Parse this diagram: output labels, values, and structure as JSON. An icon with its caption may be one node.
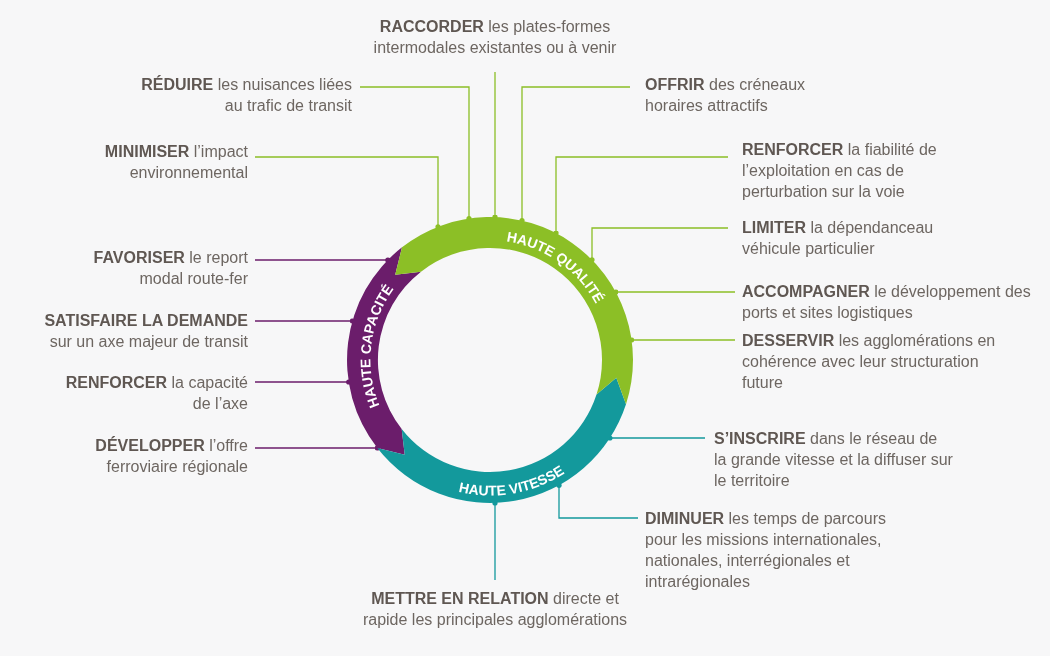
{
  "diagram": {
    "nodes": [
      {
        "text": [
          "HAUTE QUALITÉ"
        ]
      },
      {
        "text": [
          "HAUTE VITESSE"
        ]
      },
      {
        "text": [
          "HAUTE CAPACITÉ"
        ]
      },
      {
        "text": [
          "**RACCORDER** les plates-formes intermodales existantes ou à venir"
        ]
      },
      {
        "text": [
          "**RÉDUIRE** les nuisances liées au trafic de transit"
        ]
      },
      {
        "text": [
          "**OFFRIR** des créneaux horaires attractifs"
        ]
      },
      {
        "text": [
          "**MINIMISER** l’impact environnemental"
        ]
      },
      {
        "text": [
          "**RENFORCER** la fiabilité de l’exploitation en cas de perturbation sur la voie"
        ]
      },
      {
        "text": [
          "**LIMITER** la dépendanceau véhicule particulier"
        ]
      },
      {
        "text": [
          "**ACCOMPAGNER** le développement des ports et sites logistiques"
        ]
      },
      {
        "text": [
          "**DESSERVIR** les agglomérations en cohérence avec leur structuration future"
        ]
      },
      {
        "text": [
          "**S’INSCRIRE** dans le réseau de la grande vitesse et la diffuser sur le territoire"
        ]
      },
      {
        "text": [
          "**DIMINUER** les temps de parcours pour les missions internationales, nationales, interrégionales et intrarégionales"
        ]
      },
      {
        "text": [
          "**METTRE EN RELATION** directe et rapide les principales agglomérations"
        ]
      },
      {
        "text": [
          "**FAVORISER** le report modal route-fer"
        ]
      },
      {
        "text": [
          "**SATISFAIRE LA DEMANDE** sur un axe majeur de transit"
        ]
      },
      {
        "text": [
          "**RENFORCER** la capacité de l’axe"
        ]
      },
      {
        "text": [
          "**DÉVELOPPER** l’offre ferroviaire régionale"
        ]
      }
    ],
    "edges": [
      {
        "from": 3,
        "to": 0,
        "arrow": "other"
      },
      {
        "from": 4,
        "to": 0,
        "arrow": "other"
      },
      {
        "from": 5,
        "to": 0,
        "arrow": "other"
      },
      {
        "from": 6,
        "to": 0,
        "arrow": "other"
      },
      {
        "from": 7,
        "to": 0,
        "arrow": "other"
      },
      {
        "from": 8,
        "to": 0,
        "arrow": "other"
      },
      {
        "from": 9,
        "to": 0,
        "arrow": "other"
      },
      {
        "from": 10,
        "to": 0,
        "arrow": "other"
      },
      {
        "from": 11,
        "to": 1,
        "arrow": "other",
        "color": "#13999c"
      },
      {
        "from": 12,
        "to": 1,
        "arrow": "other",
        "color": "#13999c"
      },
      {
        "from": 13,
        "to": 1,
        "arrow": "other",
        "color": "#13999c"
      },
      {
        "from": 14,
        "to": 2,
        "arrow": "other",
        "color": "#6b1d6b"
      },
      {
        "from": 15,
        "to": 2,
        "arrow": "other",
        "color": "#6b1d6b"
      },
      {
        "from": 16,
        "to": 2,
        "arrow": "other",
        "color": "#6b1d6b"
      },
      {
        "from": 17,
        "to": 2,
        "arrow": "other",
        "color": "#6b1d6b"
      }
    ]
  }
}
